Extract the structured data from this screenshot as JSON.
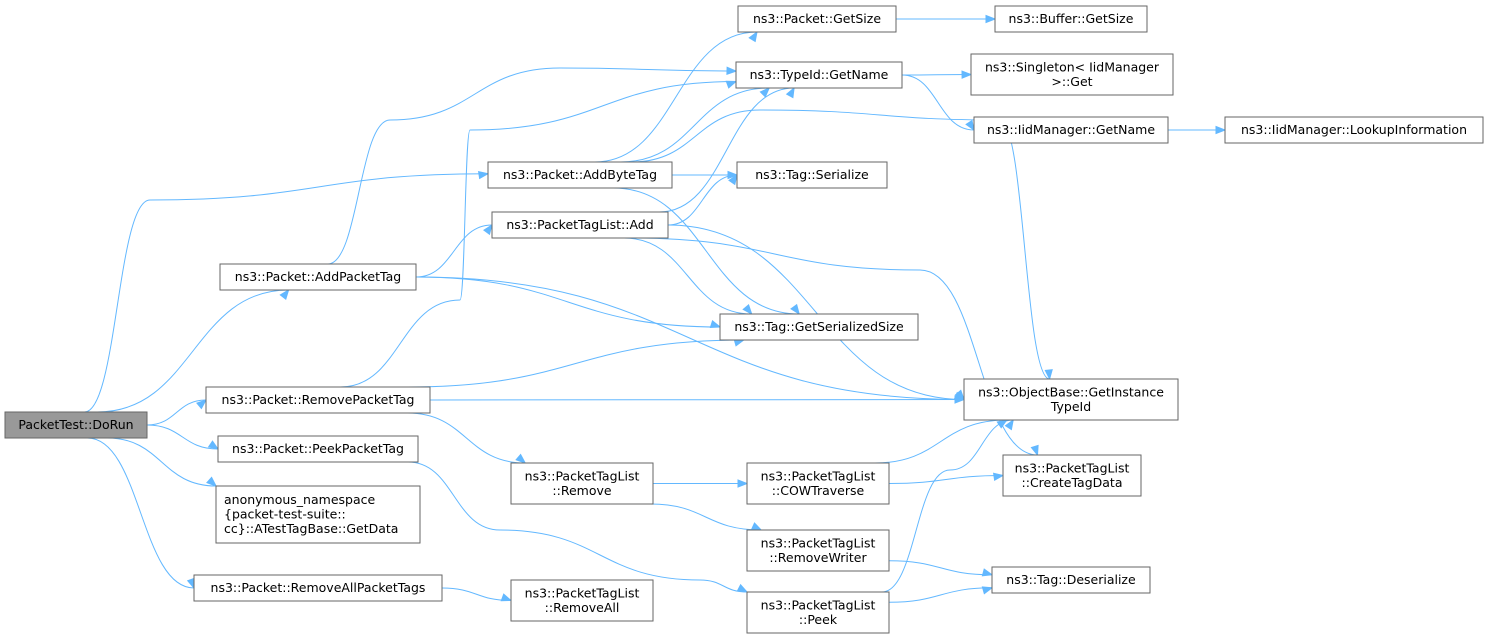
{
  "nodes": [
    {
      "id": "dorun",
      "lines": [
        "PacketTest::DoRun"
      ],
      "root": true
    },
    {
      "id": "addbytetag",
      "lines": [
        "ns3::Packet::AddByteTag"
      ]
    },
    {
      "id": "addpackettag",
      "lines": [
        "ns3::Packet::AddPacketTag"
      ]
    },
    {
      "id": "removepackettag",
      "lines": [
        "ns3::Packet::RemovePacketTag"
      ]
    },
    {
      "id": "peekpackettag",
      "lines": [
        "ns3::Packet::PeekPacketTag"
      ]
    },
    {
      "id": "atesttag",
      "lines": [
        "anonymous_namespace",
        "{packet-test-suite::",
        "cc}::ATestTagBase::GetData"
      ]
    },
    {
      "id": "removeallpackettags",
      "lines": [
        "ns3::Packet::RemoveAllPacketTags"
      ]
    },
    {
      "id": "packetgetsize",
      "lines": [
        "ns3::Packet::GetSize"
      ]
    },
    {
      "id": "buffergetsize",
      "lines": [
        "ns3::Buffer::GetSize"
      ]
    },
    {
      "id": "typeidgetname",
      "lines": [
        "ns3::TypeId::GetName"
      ]
    },
    {
      "id": "singletonget",
      "lines": [
        "ns3::Singleton< IidManager",
        ">::Get"
      ]
    },
    {
      "id": "iidgetname",
      "lines": [
        "ns3::IidManager::GetName"
      ]
    },
    {
      "id": "lookupinfo",
      "lines": [
        "ns3::IidManager::LookupInformation"
      ]
    },
    {
      "id": "tagserialize",
      "lines": [
        "ns3::Tag::Serialize"
      ]
    },
    {
      "id": "ptladd",
      "lines": [
        "ns3::PacketTagList::Add"
      ]
    },
    {
      "id": "getserializedsize",
      "lines": [
        "ns3::Tag::GetSerializedSize"
      ]
    },
    {
      "id": "getinstancetypeid",
      "lines": [
        "ns3::ObjectBase::GetInstance",
        "TypeId"
      ]
    },
    {
      "id": "ptlremove",
      "lines": [
        "ns3::PacketTagList",
        "::Remove"
      ]
    },
    {
      "id": "cowtraverse",
      "lines": [
        "ns3::PacketTagList",
        "::COWTraverse"
      ]
    },
    {
      "id": "createtagdata",
      "lines": [
        "ns3::PacketTagList",
        "::CreateTagData"
      ]
    },
    {
      "id": "removewriter",
      "lines": [
        "ns3::PacketTagList",
        "::RemoveWriter"
      ]
    },
    {
      "id": "tagdeserialize",
      "lines": [
        "ns3::Tag::Deserialize"
      ]
    },
    {
      "id": "ptlremoveall",
      "lines": [
        "ns3::PacketTagList",
        "::RemoveAll"
      ]
    },
    {
      "id": "ptlpeek",
      "lines": [
        "ns3::PacketTagList",
        "::Peek"
      ]
    }
  ],
  "edges": [
    {
      "from": "dorun",
      "to": "addbytetag"
    },
    {
      "from": "dorun",
      "to": "addpackettag"
    },
    {
      "from": "dorun",
      "to": "removepackettag"
    },
    {
      "from": "dorun",
      "to": "peekpackettag"
    },
    {
      "from": "dorun",
      "to": "atesttag"
    },
    {
      "from": "dorun",
      "to": "removeallpackettags"
    },
    {
      "from": "addbytetag",
      "to": "packetgetsize"
    },
    {
      "from": "addbytetag",
      "to": "typeidgetname"
    },
    {
      "from": "addbytetag",
      "to": "tagserialize"
    },
    {
      "from": "addbytetag",
      "to": "getserializedsize"
    },
    {
      "from": "addbytetag",
      "to": "getinstancetypeid"
    },
    {
      "from": "packetgetsize",
      "to": "buffergetsize"
    },
    {
      "from": "typeidgetname",
      "to": "singletonget"
    },
    {
      "from": "typeidgetname",
      "to": "iidgetname"
    },
    {
      "from": "iidgetname",
      "to": "lookupinfo"
    },
    {
      "from": "addpackettag",
      "to": "typeidgetname"
    },
    {
      "from": "addpackettag",
      "to": "ptladd"
    },
    {
      "from": "addpackettag",
      "to": "getserializedsize"
    },
    {
      "from": "addpackettag",
      "to": "getinstancetypeid"
    },
    {
      "from": "ptladd",
      "to": "typeidgetname"
    },
    {
      "from": "ptladd",
      "to": "tagserialize"
    },
    {
      "from": "ptladd",
      "to": "getserializedsize"
    },
    {
      "from": "ptladd",
      "to": "getinstancetypeid"
    },
    {
      "from": "ptladd",
      "to": "createtagdata"
    },
    {
      "from": "removepackettag",
      "to": "typeidgetname"
    },
    {
      "from": "removepackettag",
      "to": "getserializedsize"
    },
    {
      "from": "removepackettag",
      "to": "getinstancetypeid"
    },
    {
      "from": "removepackettag",
      "to": "ptlremove"
    },
    {
      "from": "ptlremove",
      "to": "cowtraverse"
    },
    {
      "from": "ptlremove",
      "to": "removewriter"
    },
    {
      "from": "cowtraverse",
      "to": "getinstancetypeid"
    },
    {
      "from": "cowtraverse",
      "to": "createtagdata"
    },
    {
      "from": "removewriter",
      "to": "tagdeserialize"
    },
    {
      "from": "peekpackettag",
      "to": "ptlpeek"
    },
    {
      "from": "ptlpeek",
      "to": "getinstancetypeid"
    },
    {
      "from": "ptlpeek",
      "to": "tagdeserialize"
    },
    {
      "from": "removeallpackettags",
      "to": "ptlremoveall"
    }
  ]
}
